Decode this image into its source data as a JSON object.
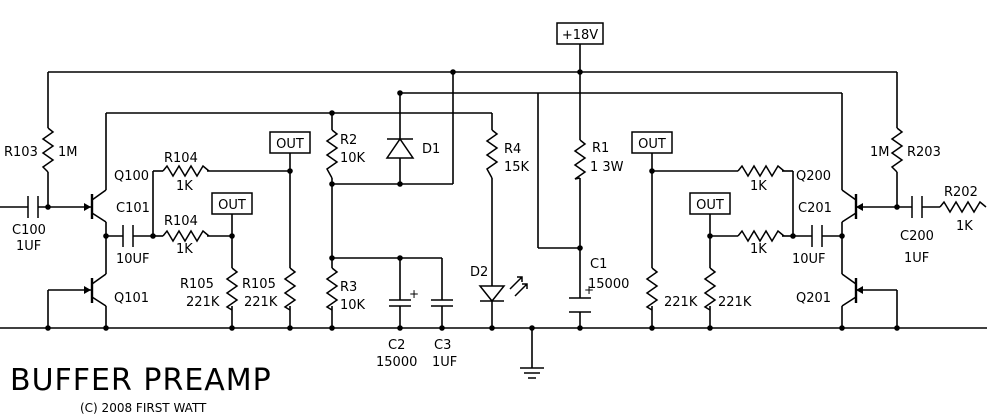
{
  "supply": {
    "label": "+18V"
  },
  "title": "BUFFER PREAMP",
  "copyright": "(C) 2008 FIRST WATT",
  "outputs": [
    "OUT",
    "OUT",
    "OUT",
    "OUT"
  ],
  "components": {
    "R103": {
      "ref": "R103",
      "value": "1M"
    },
    "C100": {
      "ref": "C100",
      "value": "1UF"
    },
    "Q100": {
      "ref": "Q100"
    },
    "Q101": {
      "ref": "Q101"
    },
    "C101": {
      "ref": "C101",
      "value": "10UF"
    },
    "R104a": {
      "ref": "R104",
      "value": "1K"
    },
    "R104b": {
      "ref": "R104",
      "value": "1K"
    },
    "R105a": {
      "ref": "R105",
      "value": "221K"
    },
    "R105b": {
      "ref": "R105",
      "value": "221K"
    },
    "R2": {
      "ref": "R2",
      "value": "10K"
    },
    "R3": {
      "ref": "R3",
      "value": "10K"
    },
    "D1": {
      "ref": "D1"
    },
    "R4": {
      "ref": "R4",
      "value": "15K"
    },
    "D2": {
      "ref": "D2"
    },
    "R1": {
      "ref": "R1",
      "value": "1 3W"
    },
    "C1": {
      "ref": "C1",
      "value": "15000"
    },
    "C2": {
      "ref": "C2",
      "value": "15000"
    },
    "C3": {
      "ref": "C3",
      "value": "1UF"
    },
    "Q200": {
      "ref": "Q200"
    },
    "Q201": {
      "ref": "Q201"
    },
    "C201": {
      "ref": "C201",
      "value": "10UF"
    },
    "R203": {
      "ref": "R203",
      "value": "1M"
    },
    "C200": {
      "ref": "C200",
      "value": "1UF"
    },
    "R202": {
      "ref": "R202",
      "value": "1K"
    },
    "R204a": {
      "value": "1K"
    },
    "R204b": {
      "value": "1K"
    },
    "R205a": {
      "value": "221K"
    },
    "R205b": {
      "value": "221K"
    }
  },
  "polarity": "+"
}
